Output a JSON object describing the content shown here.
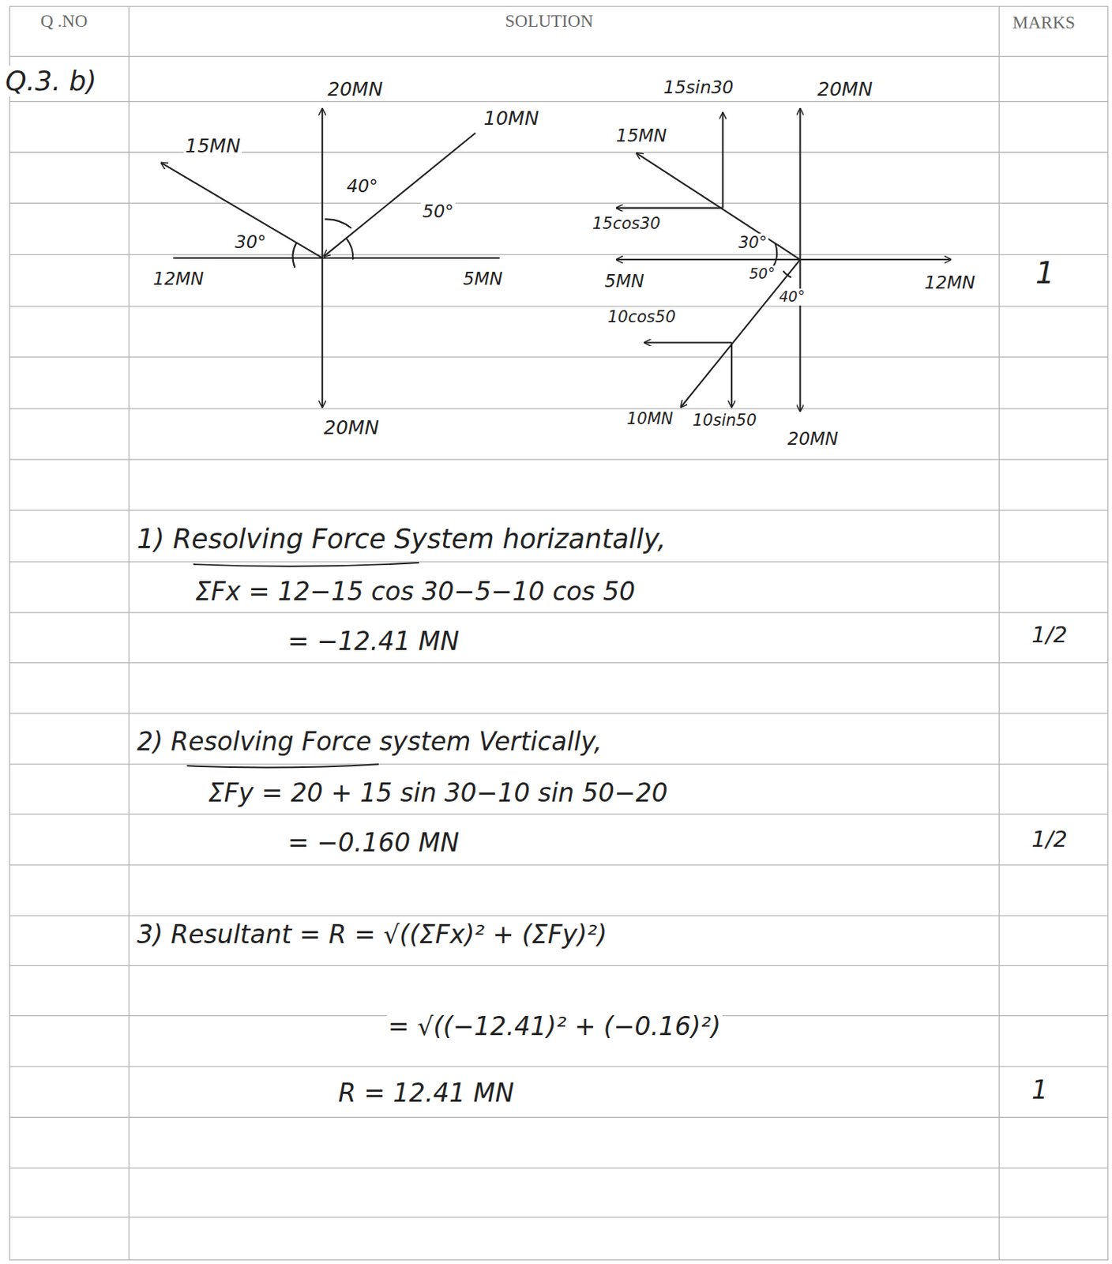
{
  "diagram": {
    "labels": [
      "Q .NO",
      "SOLUTION",
      "MARKS",
      "Q.3. b)",
      "20MN",
      "10MN",
      "15MN",
      "40°",
      "50°",
      "30°",
      "12MN",
      "5MN",
      "20MN",
      "15sin30",
      "20MN",
      "15MN",
      "15cos30",
      "30°",
      "5MN",
      "50°",
      "40°",
      "12MN",
      "1",
      "10cos50",
      "10MN",
      "10sin50",
      "20MN",
      "1) Resolving Force System horizantally,",
      "ΣFx = 12−15 cos 30−5−10 cos 50",
      "= −12.41 MN",
      "1/2",
      "2) Resolving Force system Vertically,",
      "ΣFy = 20 + 15 sin 30−10 sin 50−20",
      "= −0.160 MN",
      "1/2",
      "3) Resultant = R = √((ΣFx)² + (ΣFy)²)",
      "= √((−12.41)² + (−0.16)²)",
      "R = 12.41 MN",
      "1"
    ]
  }
}
